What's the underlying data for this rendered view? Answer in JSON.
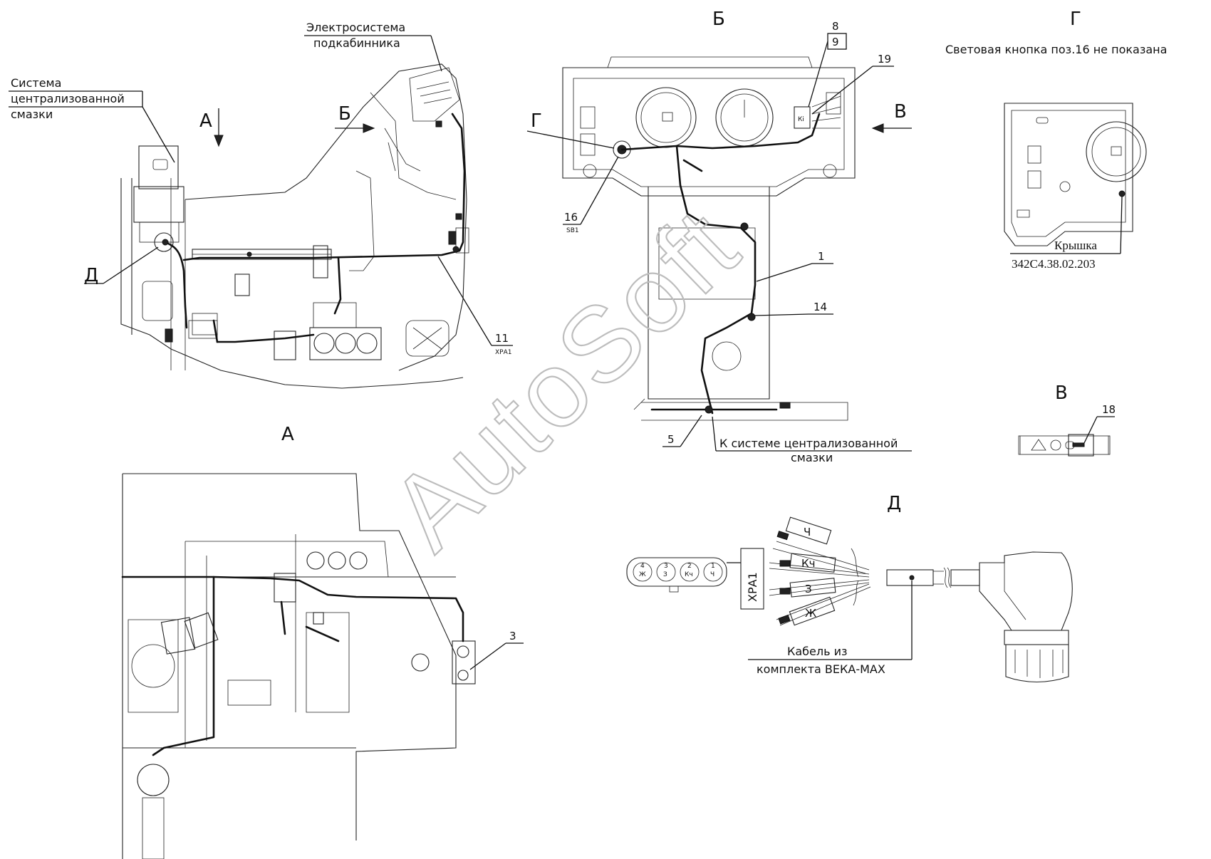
{
  "watermark": "AutoSoft",
  "views": {
    "A": "А",
    "B": "Б",
    "G": "Г",
    "V": "В",
    "D": "Д"
  },
  "main_view": {
    "lubrication_label": [
      "Система",
      "централизованной",
      "смазки"
    ],
    "cab_electric_label": [
      "Электросистема",
      "подкабинника"
    ],
    "arrow_A": "А",
    "arrow_B": "Б",
    "callout_D": "Д",
    "callout_11": "11",
    "callout_11_sub": "ХРА1"
  },
  "view_B": {
    "arrow_G": "Г",
    "arrow_V": "В",
    "callout_8": "8",
    "callout_9": "9",
    "callout_19": "19",
    "callout_16": "16",
    "callout_16_sub": "SB1",
    "callout_1": "1",
    "callout_14": "14",
    "callout_5": "5",
    "lube_label": [
      "К системе централизованной",
      "смазки"
    ]
  },
  "view_G": {
    "note": "Световая кнопка поз.16 не показана",
    "cover_label": "Крышка",
    "cover_number": "342С4.38.02.203"
  },
  "view_V": {
    "callout_18": "18"
  },
  "view_A": {
    "callout_3": "3"
  },
  "view_D": {
    "connector_label": "ХРА1",
    "pins": [
      {
        "num": "4",
        "letter": "Ж"
      },
      {
        "num": "3",
        "letter": "З"
      },
      {
        "num": "2",
        "letter": "Кч"
      },
      {
        "num": "1",
        "letter": "Ч"
      }
    ],
    "wires": [
      "Ч",
      "Кч",
      "З",
      "Ж"
    ],
    "cable_label": [
      "Кабель из",
      "комплекта ВЕКА-МАХ"
    ]
  }
}
